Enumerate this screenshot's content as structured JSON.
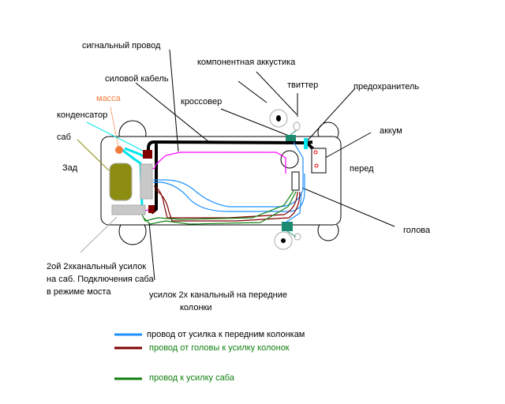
{
  "labels": {
    "signal_wire": "сигнальный провод",
    "power_cable": "силовой кабель",
    "component_acoustics": "компонентная аккустика",
    "tweeter": "твиттер",
    "fuse": "предохранитель",
    "crossover": "кроссовер",
    "ground": "масса",
    "capacitor": "конденсатор",
    "sub": "саб",
    "rear": "Зад",
    "battery": "аккум",
    "front": "перед",
    "head_unit": "голова",
    "sub_amp": "2ой 2хканальный усилок на саб. Подключения саба в режиме моста",
    "front_amp_line1": "усилок 2х канальный на передние",
    "front_amp_line2": "колонки"
  },
  "legend": [
    {
      "label": "провод от усилка к передним колонкам",
      "color": "#1e90ff",
      "text_color": "#000000"
    },
    {
      "label": "провод от головы к усилку колонок",
      "color": "#800000",
      "text_color": "#118011"
    },
    {
      "label": "провод к усилку саба",
      "color": "#118011",
      "text_color": "#118011"
    }
  ],
  "colors": {
    "power": "#000000",
    "signal": "#ff00ff",
    "speaker": "#1e90ff",
    "head_to_amp": "#800000",
    "sub_wire": "#118011",
    "ground": "#f07c3c",
    "capacitor_wire": "#00e5ee",
    "crossover": "#1a8a70",
    "sub_box": "#8c8c10"
  }
}
